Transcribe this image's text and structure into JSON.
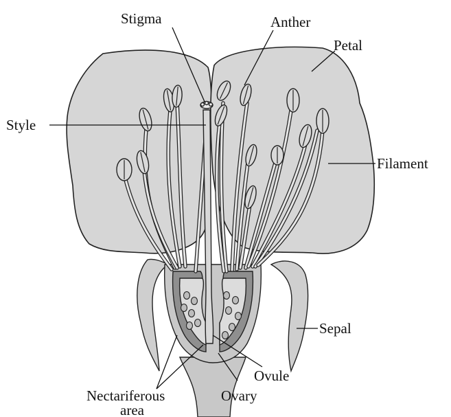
{
  "labels": {
    "stigma": "Stigma",
    "anther": "Anther",
    "petal": "Petal",
    "style": "Style",
    "filament": "Filament",
    "sepal": "Sepal",
    "ovule": "Ovule",
    "ovary": "Ovary",
    "nectariferous_line1": "Nectariferous",
    "nectariferous_line2": "area"
  },
  "colors": {
    "petal": "#d6d6d6",
    "sepal": "#cfcfcf",
    "nectary": "#8f8f8f",
    "outline": "#222222"
  }
}
